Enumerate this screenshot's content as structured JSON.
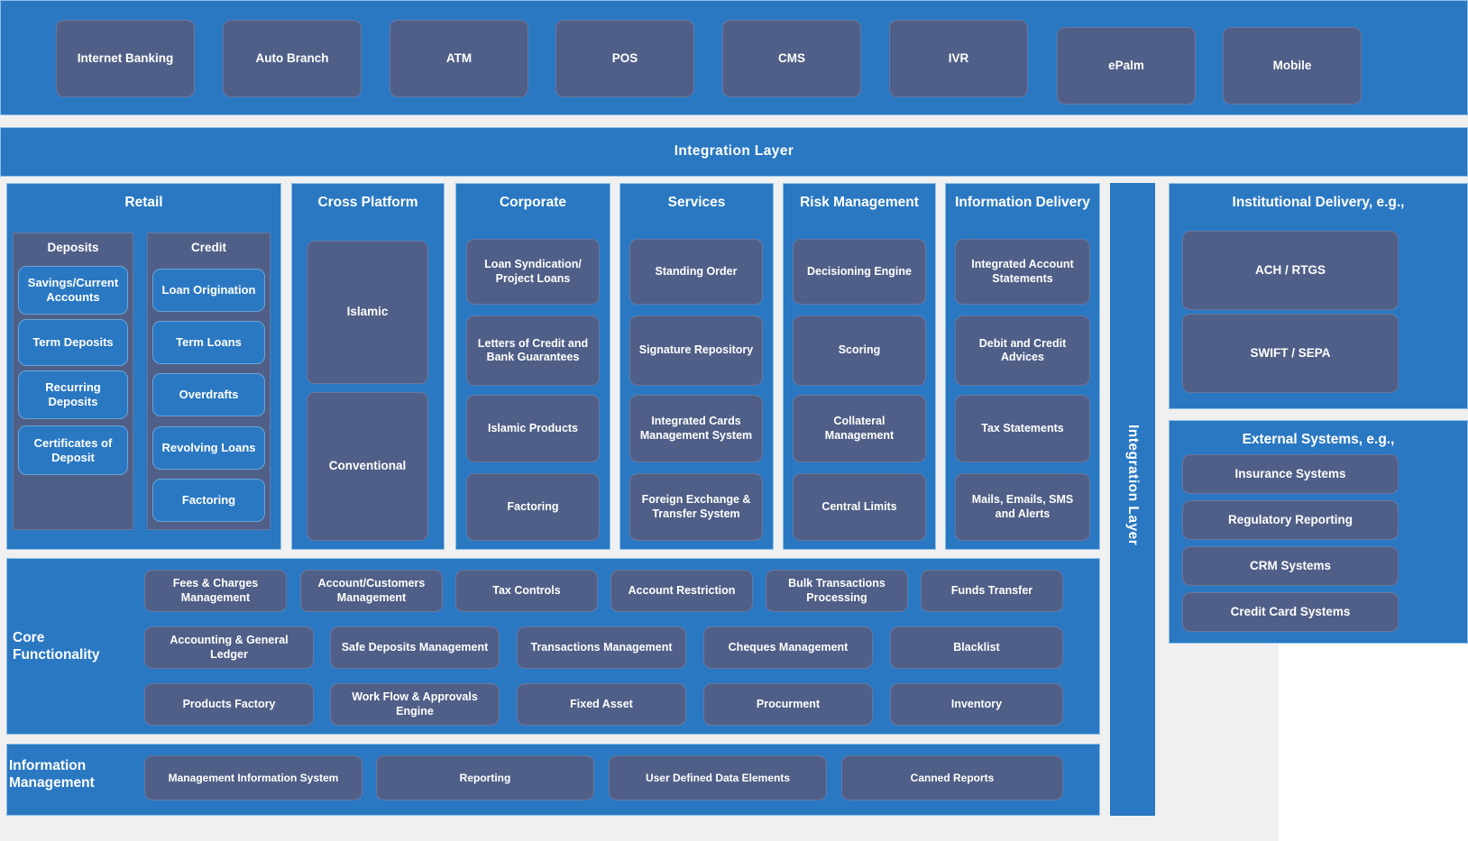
{
  "colors": {
    "panel_blue": "#2a78c2",
    "node_slate": "#505f87",
    "panel_border": "#8ec0e8",
    "page_bg": "#f0f0f0",
    "text": "#ffffff"
  },
  "channels": {
    "items": [
      {
        "label": "Internet Banking"
      },
      {
        "label": "Auto Branch"
      },
      {
        "label": "ATM"
      },
      {
        "label": "POS"
      },
      {
        "label": "CMS"
      },
      {
        "label": "IVR"
      },
      {
        "label": "ePalm"
      },
      {
        "label": "Mobile"
      }
    ]
  },
  "integration_layer_top": {
    "title": "Integration  Layer"
  },
  "integration_layer_side": {
    "title": "Integration  Layer"
  },
  "columns": [
    {
      "title": "Retail",
      "groups": [
        {
          "title": "Deposits",
          "items": [
            "Savings/Current Accounts",
            "Term Deposits",
            "Recurring Deposits",
            "Certificates of Deposit"
          ]
        },
        {
          "title": "Credit",
          "items": [
            "Loan Origination",
            "Term Loans",
            "Overdrafts",
            "Revolving Loans",
            "Factoring"
          ]
        }
      ]
    },
    {
      "title": "Cross Platform",
      "items": [
        "Islamic",
        "Conventional"
      ]
    },
    {
      "title": "Corporate",
      "items": [
        "Loan Syndication/ Project Loans",
        "Letters of Credit and Bank Guarantees",
        "Islamic Products",
        "Factoring"
      ]
    },
    {
      "title": "Services",
      "items": [
        "Standing Order",
        "Signature Repository",
        "Integrated Cards Management System",
        "Foreign Exchange & Transfer System"
      ]
    },
    {
      "title": "Risk Management",
      "items": [
        "Decisioning Engine",
        "Scoring",
        "Collateral Management",
        "Central Limits"
      ]
    },
    {
      "title": "Information Delivery",
      "items": [
        "Integrated Account Statements",
        "Debit and Credit Advices",
        "Tax Statements",
        "Mails, Emails, SMS and Alerts"
      ]
    }
  ],
  "institutional_delivery": {
    "title": "Institutional Delivery, e.g.,",
    "items": [
      "ACH / RTGS",
      "SWIFT / SEPA"
    ]
  },
  "external_systems": {
    "title": "External Systems, e.g.,",
    "items": [
      "Insurance Systems",
      "Regulatory Reporting",
      "CRM Systems",
      "Credit Card Systems"
    ]
  },
  "core_functionality": {
    "label": "Core Functionality",
    "rows": [
      [
        "Fees & Charges Management",
        "Account/Customers Management",
        "Tax Controls",
        "Account Restriction",
        "Bulk Transactions Processing",
        "Funds Transfer"
      ],
      [
        "Accounting & General Ledger",
        "Safe Deposits Management",
        "Transactions Management",
        "Cheques Management",
        "Blacklist"
      ],
      [
        "Products Factory",
        "Work Flow & Approvals Engine",
        "Fixed Asset",
        "Procurment",
        "Inventory"
      ]
    ]
  },
  "information_management": {
    "label": "Information Management",
    "items": [
      "Management Information System",
      "Reporting",
      "User Defined Data Elements",
      "Canned Reports"
    ]
  }
}
